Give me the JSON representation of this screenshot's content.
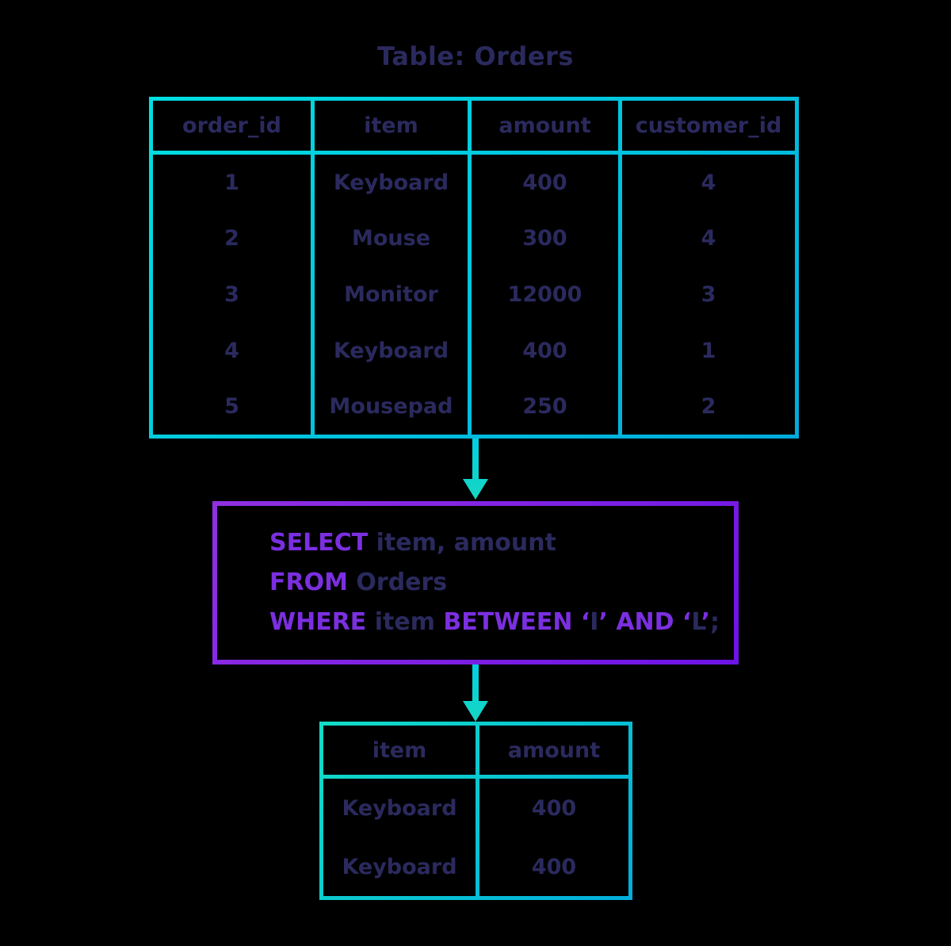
{
  "title": "Table: Orders",
  "colors": {
    "background": "#000000",
    "text_navy": "#2b2a5e",
    "keyword_purple": "#7b2fe0",
    "table1_border_from": "#00dfe1",
    "table1_border_to": "#00aadc",
    "table2_border_from": "#12dcc6",
    "table2_border_to": "#00aedd",
    "sql_border_from": "#9030e2",
    "sql_border_to": "#6d13e6",
    "arrow_from": "#00d2e0",
    "arrow_to": "#17d5c2"
  },
  "orders_table": {
    "columns": [
      "order_id",
      "item",
      "amount",
      "customer_id"
    ],
    "rows": [
      [
        "1",
        "Keyboard",
        "400",
        "4"
      ],
      [
        "2",
        "Mouse",
        "300",
        "4"
      ],
      [
        "3",
        "Monitor",
        "12000",
        "3"
      ],
      [
        "4",
        "Keyboard",
        "400",
        "1"
      ],
      [
        "5",
        "Mousepad",
        "250",
        "2"
      ]
    ]
  },
  "sql_query": {
    "lines": [
      [
        {
          "text": "SELECT",
          "type": "keyword"
        },
        {
          "text": " item, amount",
          "type": "plain"
        }
      ],
      [
        {
          "text": "FROM",
          "type": "keyword"
        },
        {
          "text": " Orders",
          "type": "plain"
        }
      ],
      [
        {
          "text": "WHERE",
          "type": "keyword"
        },
        {
          "text": " item ",
          "type": "plain"
        },
        {
          "text": "BETWEEN",
          "type": "keyword"
        },
        {
          "text": " ",
          "type": "plain"
        },
        {
          "text": "‘",
          "type": "keyword"
        },
        {
          "text": "I",
          "type": "plain"
        },
        {
          "text": "’",
          "type": "keyword"
        },
        {
          "text": " ",
          "type": "plain"
        },
        {
          "text": "AND",
          "type": "keyword"
        },
        {
          "text": " ",
          "type": "plain"
        },
        {
          "text": "‘",
          "type": "keyword"
        },
        {
          "text": "L",
          "type": "plain"
        },
        {
          "text": "’",
          "type": "keyword"
        },
        {
          "text": ";",
          "type": "plain"
        }
      ]
    ]
  },
  "result_table": {
    "columns": [
      "item",
      "amount"
    ],
    "rows": [
      [
        "Keyboard",
        "400"
      ],
      [
        "Keyboard",
        "400"
      ]
    ]
  }
}
